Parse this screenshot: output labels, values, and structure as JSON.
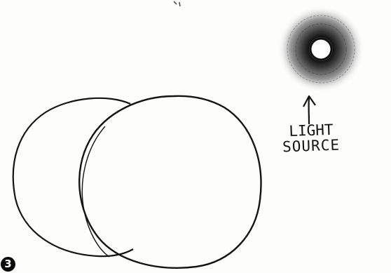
{
  "step": {
    "number": "3"
  },
  "light_source": {
    "label_line1": "LIGHT",
    "label_line2": "SOURCE"
  },
  "colors": {
    "ink": "#141414",
    "paper": "#fdfdfc"
  }
}
